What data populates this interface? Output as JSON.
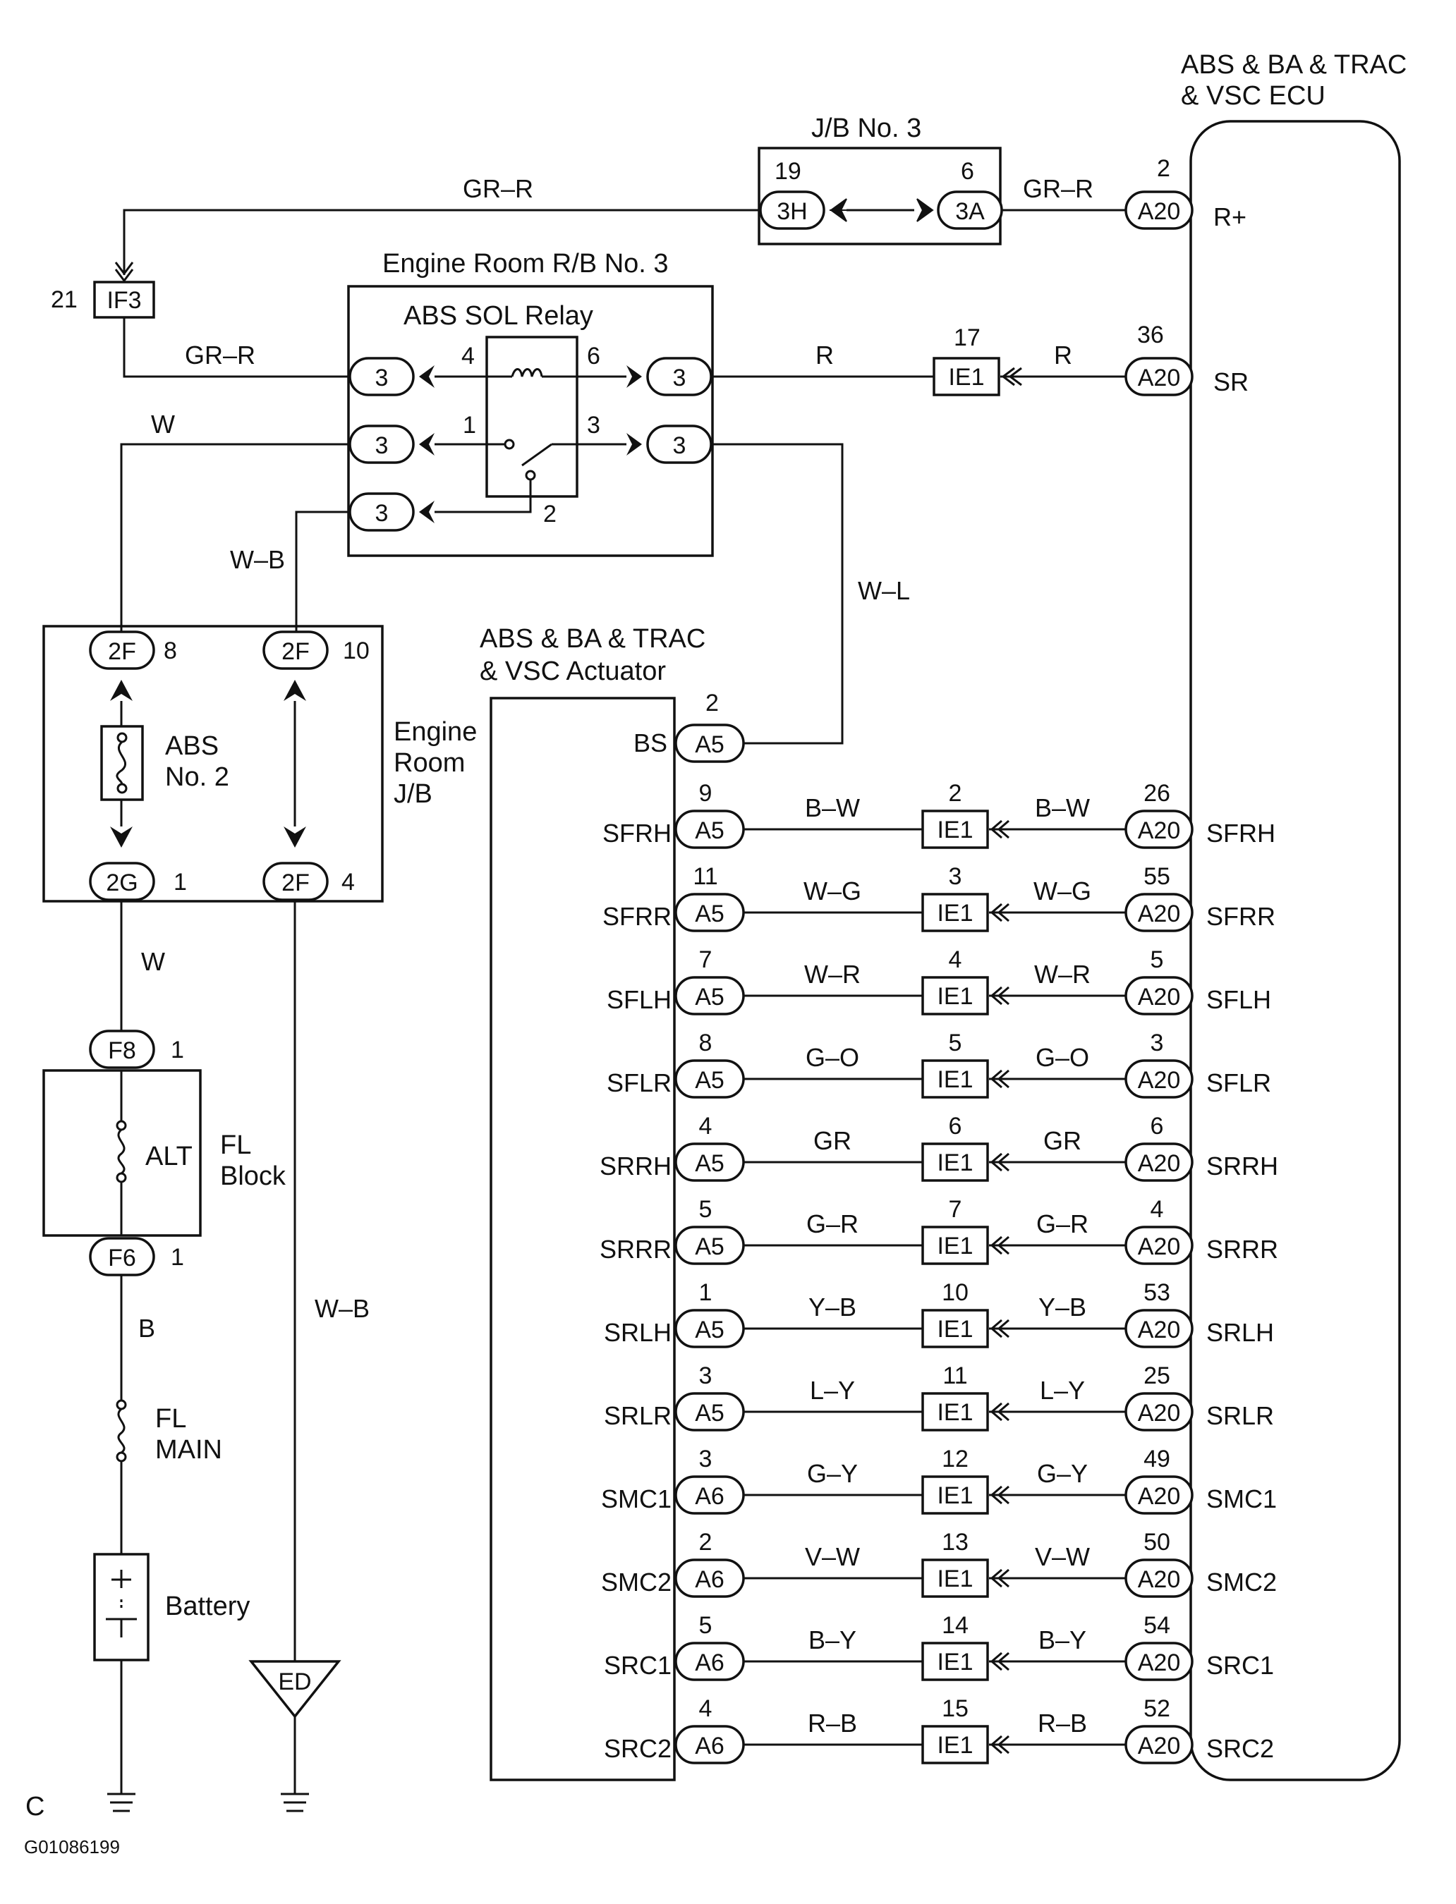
{
  "labels": {
    "ecu_title_1": "ABS & BA & TRAC",
    "ecu_title_2": "& VSC ECU",
    "jb3_title": "J/B No. 3",
    "errb_title": "Engine Room R/B No. 3",
    "relay_title": "ABS SOL Relay",
    "actuator_title_1": "ABS & BA & TRAC",
    "actuator_title_2": "& VSC Actuator",
    "erjb_1": "Engine",
    "erjb_2": "Room",
    "erjb_3": "J/B",
    "fuse_abs_1": "ABS",
    "fuse_abs_2": "No. 2",
    "fuse_alt": "ALT",
    "fl_block_1": "FL",
    "fl_block_2": "Block",
    "fl_main_1": "FL",
    "fl_main_2": "MAIN",
    "battery": "Battery",
    "ground_ed": "ED",
    "corner_c": "C",
    "figure_code": "G01086199"
  },
  "top": {
    "wire_gr_r_1": "GR–R",
    "wire_gr_r_2": "GR–R",
    "wire_gr_r_3": "GR–R",
    "pin_3h": "19",
    "con_3h": "3H",
    "pin_3a": "6",
    "con_3a": "3A",
    "pin_a20_rplus": "2",
    "con_a20_rplus": "A20",
    "sig_rplus": "R+",
    "pin_if3": "21",
    "con_if3": "IF3",
    "wire_r_1": "R",
    "wire_r_2": "R",
    "pin_ie1_sr": "17",
    "con_ie1_sr": "IE1",
    "pin_a20_sr": "36",
    "con_a20_sr": "A20",
    "sig_sr": "SR",
    "relay_pin_4": "4",
    "relay_pin_6": "6",
    "relay_pin_1": "1",
    "relay_pin_3": "3",
    "relay_pin_2": "2",
    "con_rb_1": "3",
    "con_rb_2": "3",
    "con_rb_3": "3",
    "con_rb_4": "3",
    "con_rb_5": "3",
    "wire_w_1": "W",
    "wire_w_b_1": "W–B",
    "wire_w_l": "W–L",
    "pin_a5_bs": "2",
    "con_a5_bs": "A5",
    "sig_bs": "BS",
    "con_2f_8": "2F",
    "pin_2f_8": "8",
    "con_2f_10": "2F",
    "pin_2f_10": "10",
    "con_2g_1": "2G",
    "pin_2g_1": "1",
    "con_2f_4": "2F",
    "pin_2f_4": "4",
    "wire_w_2": "W",
    "con_f8": "F8",
    "pin_f8": "1",
    "con_f6": "F6",
    "pin_f6": "1",
    "wire_b": "B",
    "wire_w_b_2": "W–B"
  },
  "circuits": [
    {
      "act_sig": "SFRH",
      "act_pin": "9",
      "act_con": "A5",
      "wire_l": "B–W",
      "ie_pin": "2",
      "ie_con": "IE1",
      "wire_r": "B–W",
      "ecu_pin": "26",
      "ecu_con": "A20",
      "ecu_sig": "SFRH"
    },
    {
      "act_sig": "SFRR",
      "act_pin": "11",
      "act_con": "A5",
      "wire_l": "W–G",
      "ie_pin": "3",
      "ie_con": "IE1",
      "wire_r": "W–G",
      "ecu_pin": "55",
      "ecu_con": "A20",
      "ecu_sig": "SFRR"
    },
    {
      "act_sig": "SFLH",
      "act_pin": "7",
      "act_con": "A5",
      "wire_l": "W–R",
      "ie_pin": "4",
      "ie_con": "IE1",
      "wire_r": "W–R",
      "ecu_pin": "5",
      "ecu_con": "A20",
      "ecu_sig": "SFLH"
    },
    {
      "act_sig": "SFLR",
      "act_pin": "8",
      "act_con": "A5",
      "wire_l": "G–O",
      "ie_pin": "5",
      "ie_con": "IE1",
      "wire_r": "G–O",
      "ecu_pin": "3",
      "ecu_con": "A20",
      "ecu_sig": "SFLR"
    },
    {
      "act_sig": "SRRH",
      "act_pin": "4",
      "act_con": "A5",
      "wire_l": "GR",
      "ie_pin": "6",
      "ie_con": "IE1",
      "wire_r": "GR",
      "ecu_pin": "6",
      "ecu_con": "A20",
      "ecu_sig": "SRRH"
    },
    {
      "act_sig": "SRRR",
      "act_pin": "5",
      "act_con": "A5",
      "wire_l": "G–R",
      "ie_pin": "7",
      "ie_con": "IE1",
      "wire_r": "G–R",
      "ecu_pin": "4",
      "ecu_con": "A20",
      "ecu_sig": "SRRR"
    },
    {
      "act_sig": "SRLH",
      "act_pin": "1",
      "act_con": "A5",
      "wire_l": "Y–B",
      "ie_pin": "10",
      "ie_con": "IE1",
      "wire_r": "Y–B",
      "ecu_pin": "53",
      "ecu_con": "A20",
      "ecu_sig": "SRLH"
    },
    {
      "act_sig": "SRLR",
      "act_pin": "3",
      "act_con": "A5",
      "wire_l": "L–Y",
      "ie_pin": "11",
      "ie_con": "IE1",
      "wire_r": "L–Y",
      "ecu_pin": "25",
      "ecu_con": "A20",
      "ecu_sig": "SRLR"
    },
    {
      "act_sig": "SMC1",
      "act_pin": "3",
      "act_con": "A6",
      "wire_l": "G–Y",
      "ie_pin": "12",
      "ie_con": "IE1",
      "wire_r": "G–Y",
      "ecu_pin": "49",
      "ecu_con": "A20",
      "ecu_sig": "SMC1"
    },
    {
      "act_sig": "SMC2",
      "act_pin": "2",
      "act_con": "A6",
      "wire_l": "V–W",
      "ie_pin": "13",
      "ie_con": "IE1",
      "wire_r": "V–W",
      "ecu_pin": "50",
      "ecu_con": "A20",
      "ecu_sig": "SMC2"
    },
    {
      "act_sig": "SRC1",
      "act_pin": "5",
      "act_con": "A6",
      "wire_l": "B–Y",
      "ie_pin": "14",
      "ie_con": "IE1",
      "wire_r": "B–Y",
      "ecu_pin": "54",
      "ecu_con": "A20",
      "ecu_sig": "SRC1"
    },
    {
      "act_sig": "SRC2",
      "act_pin": "4",
      "act_con": "A6",
      "wire_l": "R–B",
      "ie_pin": "15",
      "ie_con": "IE1",
      "wire_r": "R–B",
      "ecu_pin": "52",
      "ecu_con": "A20",
      "ecu_sig": "SRC2"
    }
  ]
}
